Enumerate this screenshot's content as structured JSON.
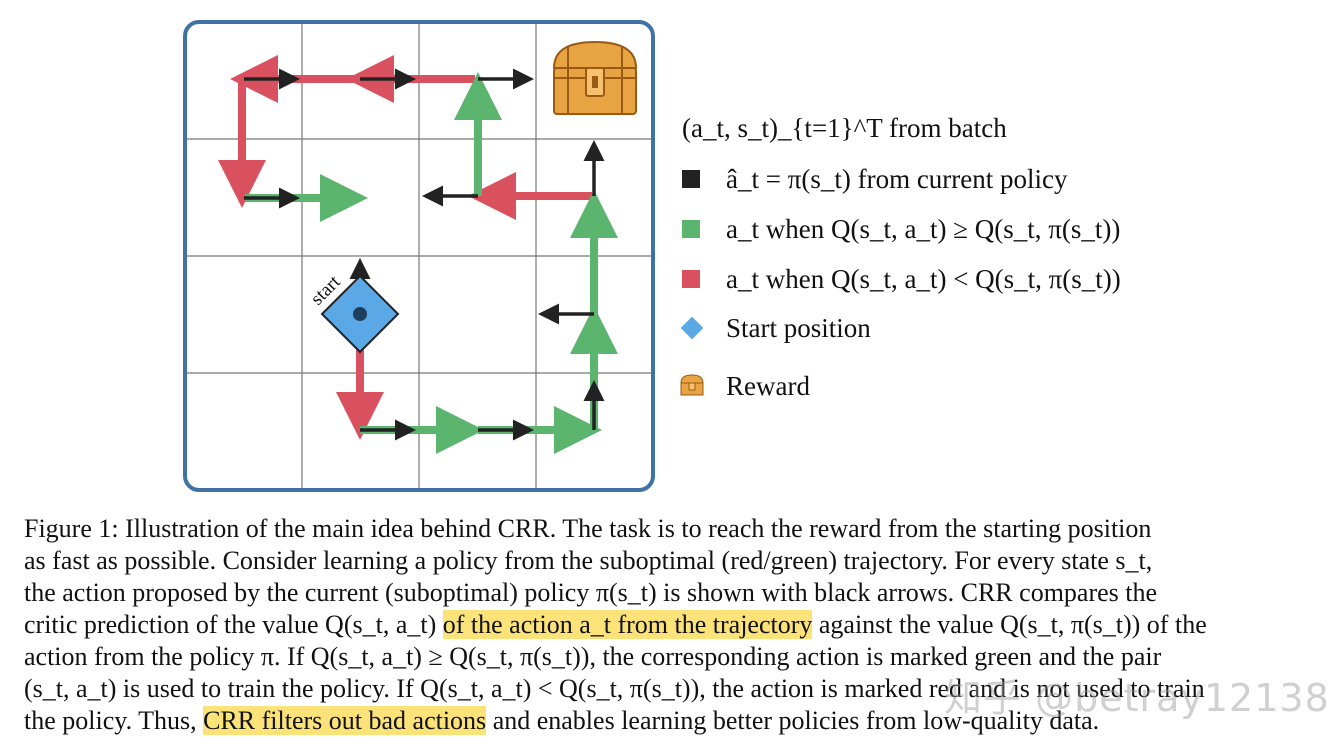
{
  "figure": {
    "start_label": "start",
    "colors": {
      "grid_border": "#3f72a5",
      "grid_line": "#777777",
      "red": "#d9505e",
      "green": "#5bb56e",
      "black": "#222222",
      "start": "#5aa9e6",
      "chest": "#e8a443"
    },
    "icons": [
      "treasure-chest-icon",
      "diamond-start-icon"
    ]
  },
  "legend": {
    "title": "(a_t, s_t)_{t=1}^T from batch",
    "items": [
      {
        "symbol": "black-square",
        "text": "â_t = π(s_t) from current policy"
      },
      {
        "symbol": "green-square",
        "text": "a_t when Q(s_t, a_t) ≥ Q(s_t, π(s_t))"
      },
      {
        "symbol": "red-square",
        "text": "a_t when Q(s_t, a_t) < Q(s_t, π(s_t))"
      },
      {
        "symbol": "blue-diamond",
        "text": "Start position"
      },
      {
        "symbol": "chest",
        "text": "Reward"
      }
    ]
  },
  "caption": {
    "l1": "Figure 1: Illustration of the main idea behind CRR. The task is to reach the reward from the starting position",
    "l2": "as fast as possible. Consider learning a policy from the suboptimal (red/green) trajectory. For every state s_t,",
    "l3": "the action proposed by the current (suboptimal) policy π(s_t) is shown with black arrows. CRR compares the",
    "l4a": "critic prediction of the value Q(s_t, a_t) ",
    "l4b": "of the action a_t from the trajectory",
    "l4c": " against the value Q(s_t, π(s_t)) of the",
    "l5": "action from the policy π. If Q(s_t, a_t) ≥ Q(s_t, π(s_t)), the corresponding action is marked green and the pair",
    "l6": "(s_t, a_t) is used to train the policy. If Q(s_t, a_t) < Q(s_t, π(s_t)), the action is marked red and is not used to train",
    "l7a": "the policy. Thus, ",
    "l7b": "CRR filters out bad actions",
    "l7c": " and enables learning better policies from low-quality data."
  },
  "watermark": "知乎 @betray12138"
}
